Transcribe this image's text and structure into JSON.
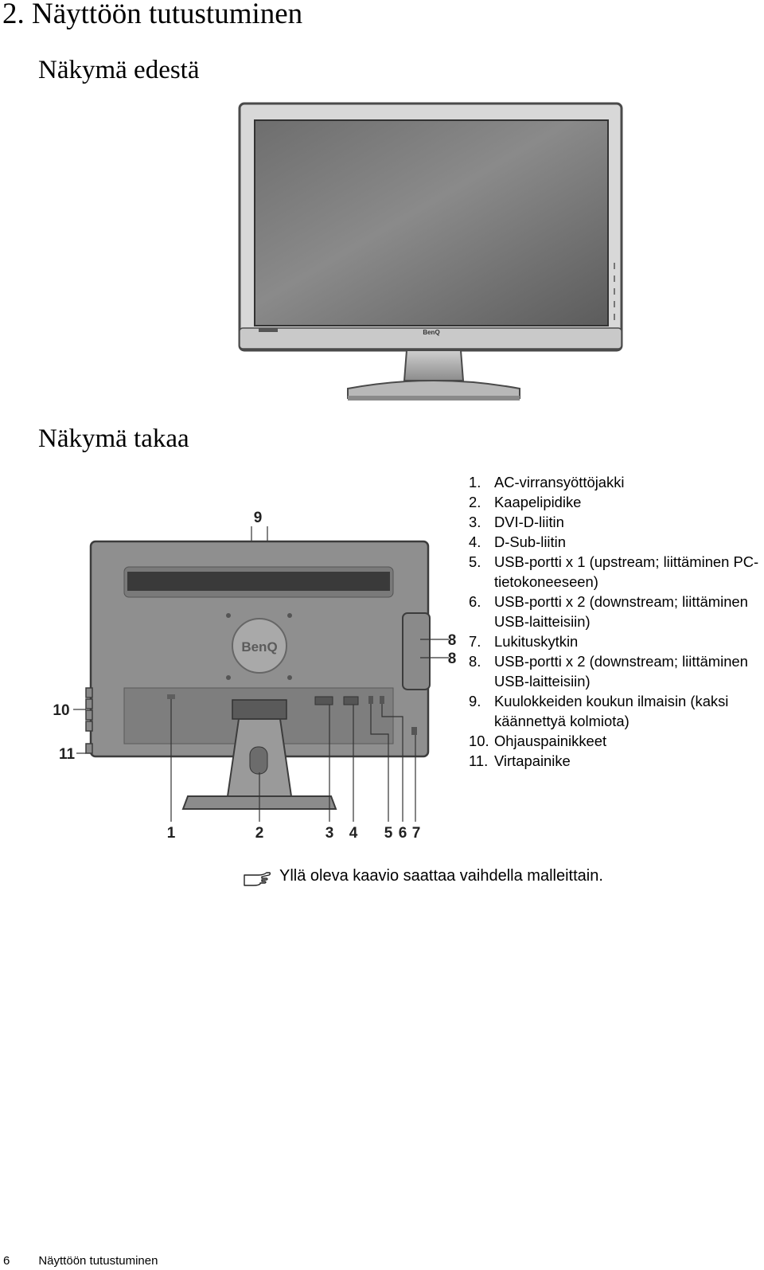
{
  "chapter_title": "2. Näyttöön tutustuminen",
  "front_view": {
    "heading": "Näkymä edestä",
    "brand": "BenQ"
  },
  "rear_view": {
    "heading": "Näkymä takaa",
    "brand": "BenQ",
    "callouts": {
      "c1": "1",
      "c2": "2",
      "c3": "3",
      "c4": "4",
      "c5": "5",
      "c6": "6",
      "c7": "7",
      "c8a": "8",
      "c8b": "8",
      "c9": "9",
      "c10": "10",
      "c11": "11"
    }
  },
  "legend": [
    {
      "num": "1.",
      "text": "AC-virransyöttöjakki"
    },
    {
      "num": "2.",
      "text": "Kaapelipidike"
    },
    {
      "num": "3.",
      "text": "DVI-D-liitin"
    },
    {
      "num": "4.",
      "text": "D-Sub-liitin"
    },
    {
      "num": "5.",
      "text": "USB-portti x 1 (upstream; liittäminen PC-tietokoneeseen)"
    },
    {
      "num": "6.",
      "text": "USB-portti x 2 (downstream; liittäminen USB-laitteisiin)"
    },
    {
      "num": "7.",
      "text": "Lukituskytkin"
    },
    {
      "num": "8.",
      "text": "USB-portti x 2 (downstream; liittäminen USB-laitteisiin)"
    },
    {
      "num": "9.",
      "text": "Kuulokkeiden koukun ilmaisin (kaksi käännettyä kolmiota)"
    },
    {
      "num": "10.",
      "text": "Ohjauspainikkeet"
    },
    {
      "num": "11.",
      "text": "Virtapainike"
    }
  ],
  "note": {
    "icon": "pointing-hand-icon",
    "text": "Yllä oleva kaavio saattaa vaihdella malleittain."
  },
  "footer": {
    "page_number": "6",
    "running_title": "Näyttöön tutustuminen"
  }
}
